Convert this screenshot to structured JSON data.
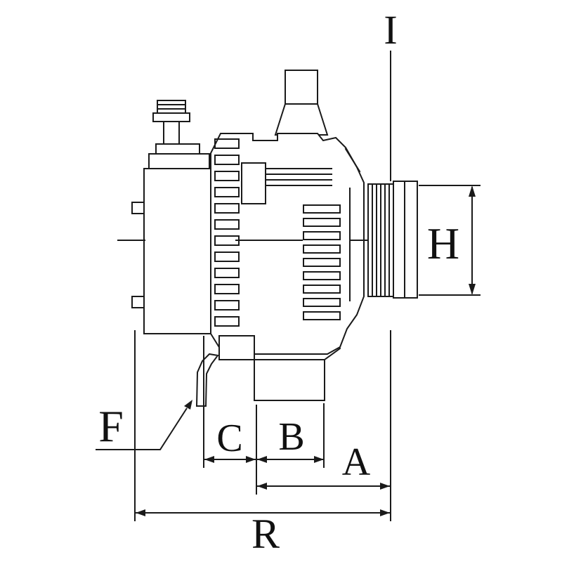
{
  "canvas": {
    "background_color": "#ffffff",
    "line_color": "#1a1a1a"
  },
  "dimension_labels": {
    "i": "I",
    "h": "H",
    "f": "F",
    "c": "C",
    "b": "B",
    "a": "A",
    "r": "R"
  }
}
